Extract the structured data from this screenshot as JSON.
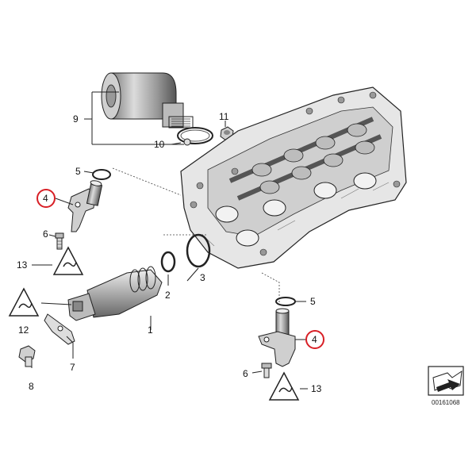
{
  "callouts": {
    "c9": "9",
    "c10": "10",
    "c11": "11",
    "c5a": "5",
    "c4a": "4",
    "c6a": "6",
    "c13a": "13",
    "c3": "3",
    "c2": "2",
    "c1": "1",
    "c12": "12",
    "c7": "7",
    "c8": "8",
    "c5b": "5",
    "c4b": "4",
    "c6b": "6",
    "c13b": "13"
  },
  "diagram_id": "00161068",
  "colors": {
    "highlight_ring": "#d81f26",
    "line": "#222222"
  },
  "icons": {
    "warning_symbol": "warning-triangle-icon",
    "nav_arrow": "forward-arrow-icon"
  }
}
